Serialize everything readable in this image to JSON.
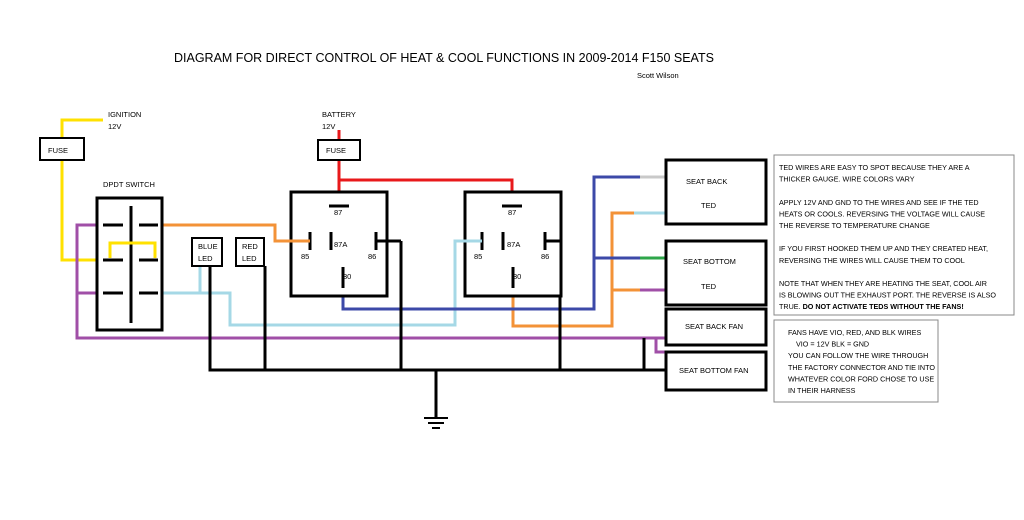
{
  "title": "DIAGRAM FOR DIRECT CONTROL OF HEAT & COOL FUNCTIONS IN 2009-2014 F150 SEATS",
  "author": "Scott Wilson",
  "ignition": {
    "line1": "IGNITION",
    "line2": "12V"
  },
  "battery": {
    "line1": "BATTERY",
    "line2": "12V"
  },
  "fuse_label": "FUSE",
  "switch_label": "DPDT SWITCH",
  "blue_led": {
    "line1": "BLUE",
    "line2": "LED"
  },
  "red_led": {
    "line1": "RED",
    "line2": "LED"
  },
  "relay_pins": {
    "p87": "87",
    "p85": "85",
    "p87a": "87A",
    "p86": "86",
    "p30": "30"
  },
  "seat_back": {
    "line1": "SEAT BACK",
    "line2": "TED"
  },
  "seat_bottom": {
    "line1": "SEAT BOTTOM",
    "line2": "TED"
  },
  "seat_back_fan": "SEAT BACK FAN",
  "seat_bottom_fan": "SEAT BOTTOM FAN",
  "note_ted": [
    "TED WIRES ARE EASY TO SPOT BECAUSE THEY ARE A",
    "THICKER GAUGE.  WIRE COLORS VARY",
    "",
    "APPLY 12V AND GND TO THE WIRES AND SEE IF THE TED",
    "HEATS OR COOLS.  REVERSING THE VOLTAGE WILL CAUSE",
    "THE REVERSE TO TEMPERATURE CHANGE",
    "",
    "IF YOU FIRST HOOKED THEM UP AND THEY CREATED HEAT,",
    "REVERSING THE WIRES WILL CAUSE THEM TO COOL",
    "",
    "NOTE THAT WHEN THEY ARE HEATING THE SEAT, COOL AIR",
    "IS BLOWING OUT THE EXHAUST PORT.  THE REVERSE IS ALSO",
    "TRUE.  DO NOT ACTIVATE TEDS WITHOUT THE FANS!"
  ],
  "note_fans": [
    "FANS HAVE VIO, RED, AND BLK WIRES",
    "VIO = 12V        BLK = GND",
    "YOU CAN FOLLOW THE WIRE THROUGH",
    "THE FACTORY CONNECTOR AND TIE INTO",
    "WHATEVER COLOR FORD CHOSE TO USE",
    "IN THEIR HARNESS"
  ],
  "colors": {
    "yellow": "#ffe100",
    "red": "#e8191b",
    "orange": "#f39237",
    "lightblue": "#a5d8e6",
    "navy": "#3c49a8",
    "purple": "#a04fa7",
    "green": "#2ea64a",
    "black": "#000000"
  }
}
